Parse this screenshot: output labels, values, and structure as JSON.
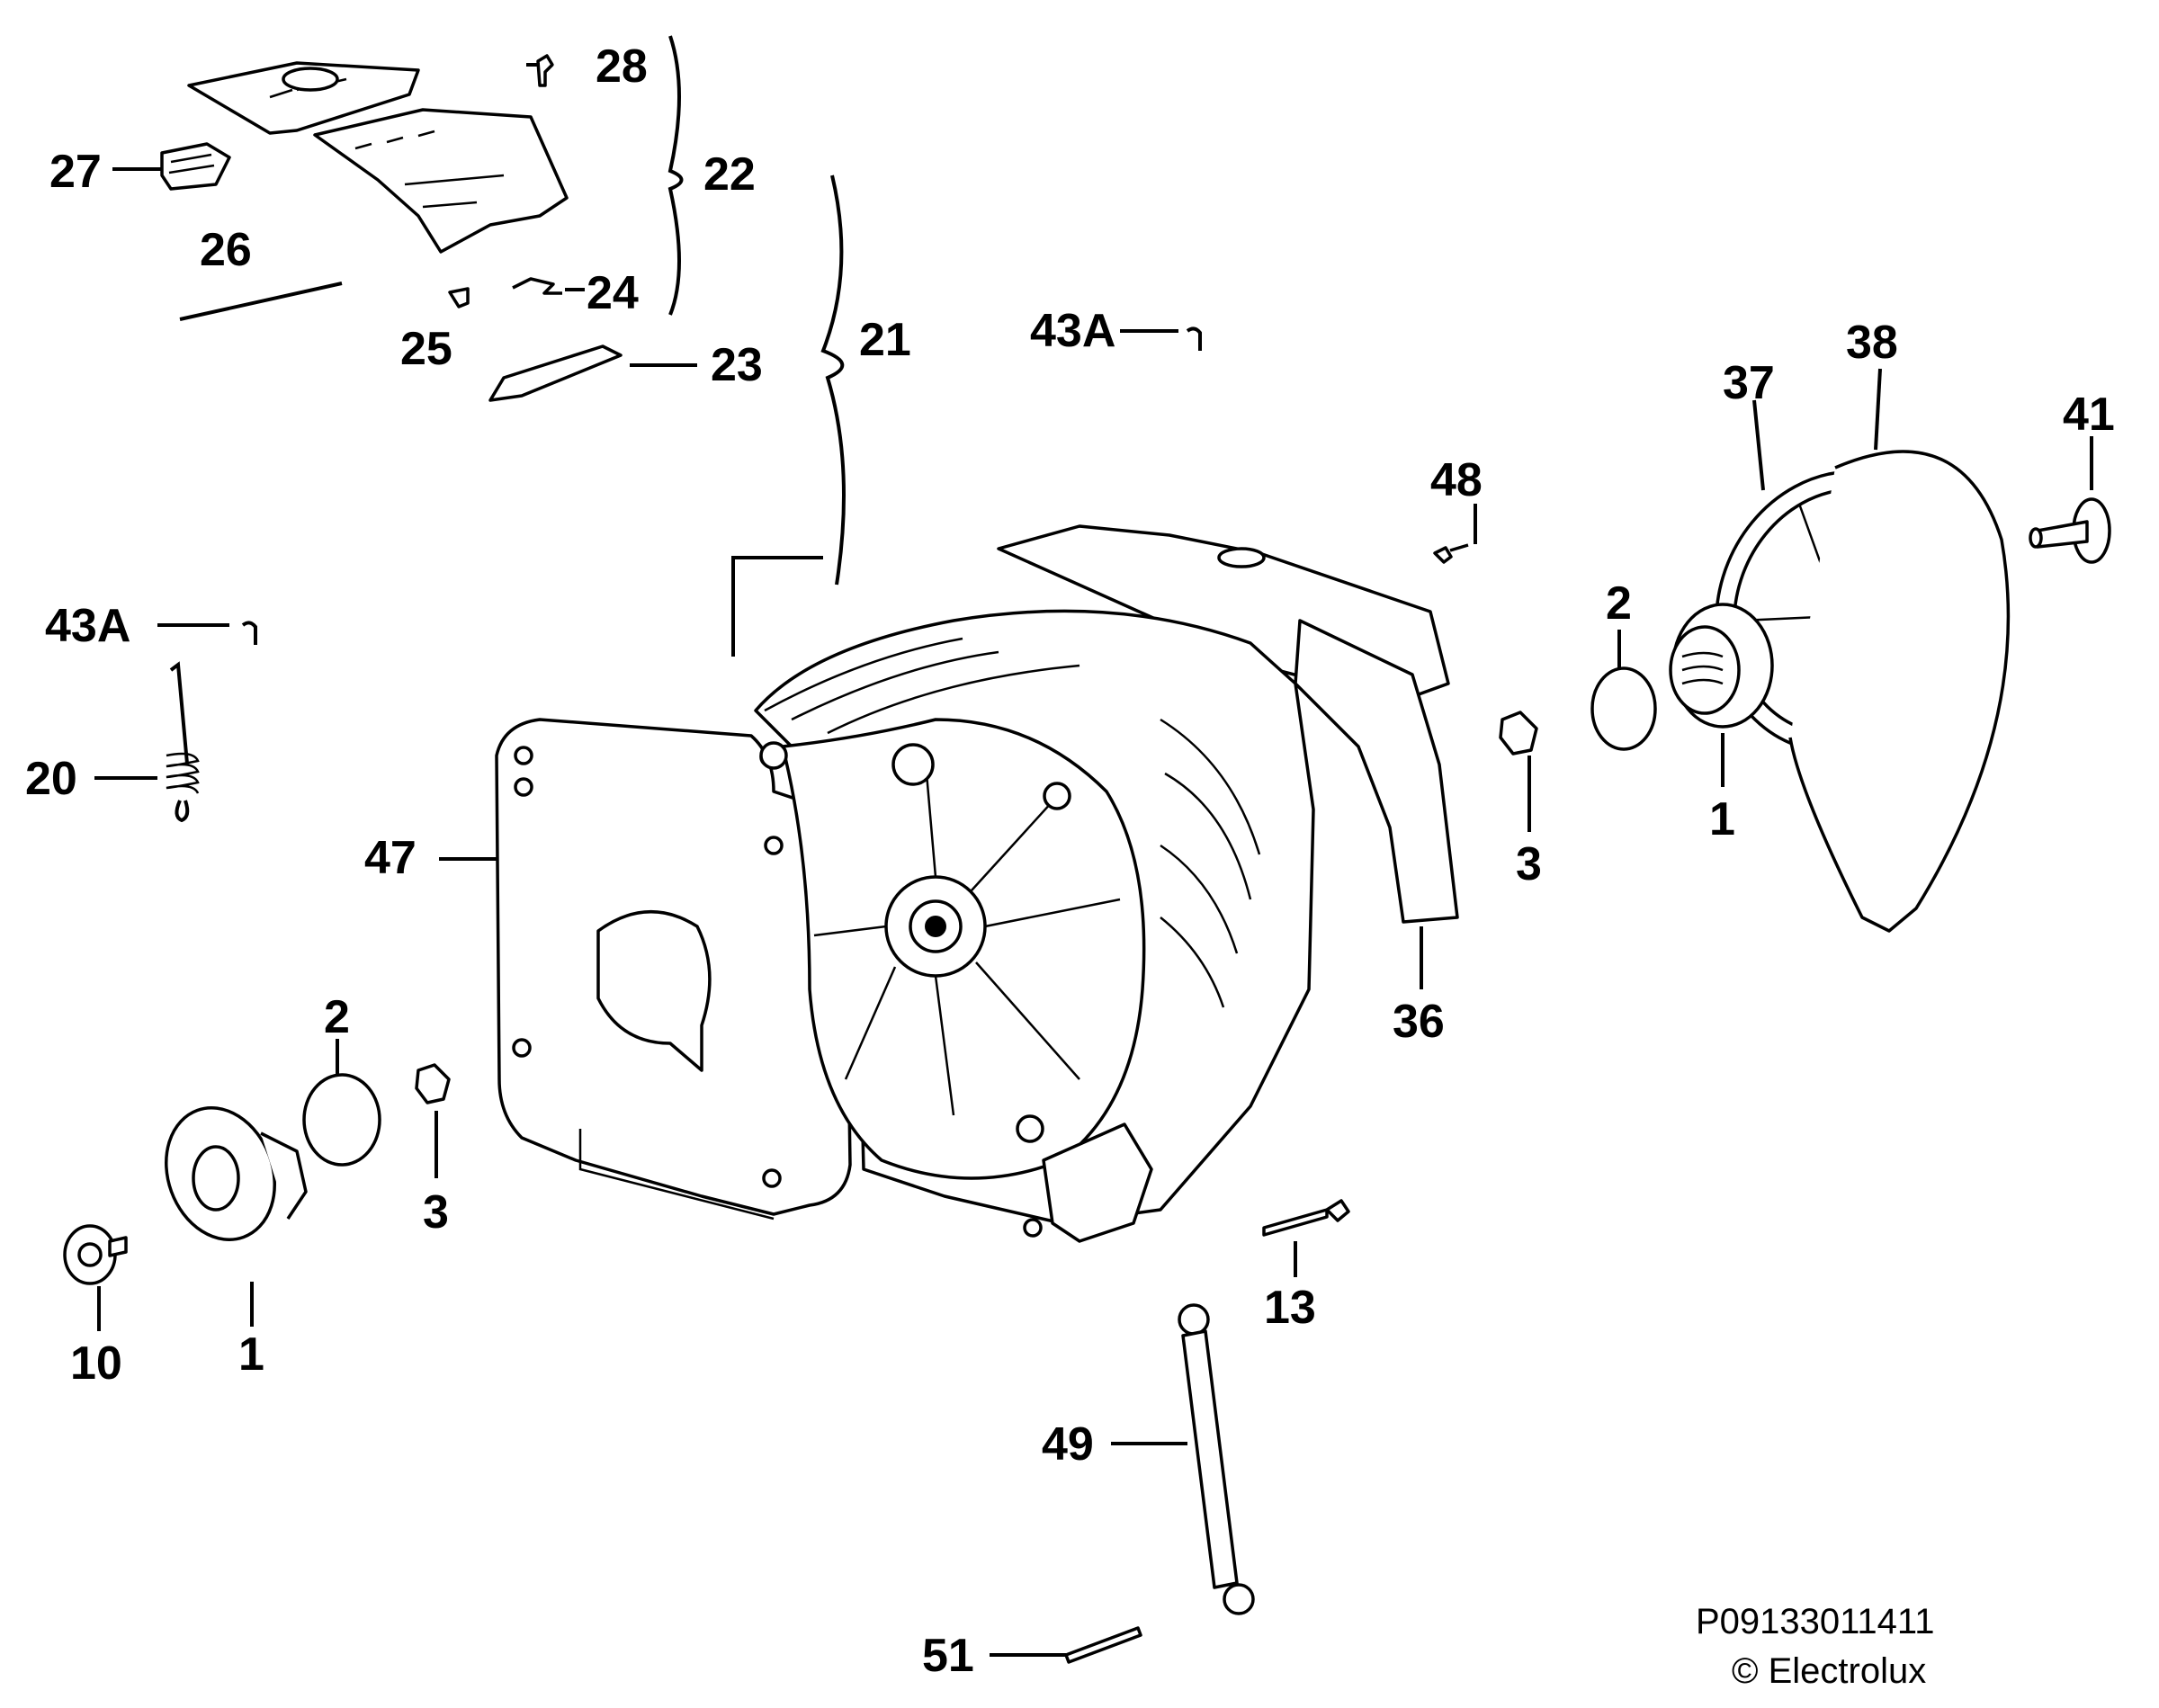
{
  "diagram": {
    "callouts": [
      {
        "id": "c28",
        "text": "28"
      },
      {
        "id": "c22",
        "text": "22"
      },
      {
        "id": "c27",
        "text": "27"
      },
      {
        "id": "c26",
        "text": "26"
      },
      {
        "id": "c24",
        "text": "24"
      },
      {
        "id": "c25",
        "text": "25"
      },
      {
        "id": "c23",
        "text": "23"
      },
      {
        "id": "c21",
        "text": "21"
      },
      {
        "id": "c43a_top",
        "text": "43A"
      },
      {
        "id": "c43a_left",
        "text": "43A"
      },
      {
        "id": "c20",
        "text": "20"
      },
      {
        "id": "c47",
        "text": "47"
      },
      {
        "id": "c48",
        "text": "48"
      },
      {
        "id": "c38",
        "text": "38"
      },
      {
        "id": "c37",
        "text": "37"
      },
      {
        "id": "c41",
        "text": "41"
      },
      {
        "id": "c2_right",
        "text": "2"
      },
      {
        "id": "c3_right",
        "text": "3"
      },
      {
        "id": "c1_right",
        "text": "1"
      },
      {
        "id": "c36",
        "text": "36"
      },
      {
        "id": "c2_left",
        "text": "2"
      },
      {
        "id": "c3_left",
        "text": "3"
      },
      {
        "id": "c10",
        "text": "10"
      },
      {
        "id": "c1_left",
        "text": "1"
      },
      {
        "id": "c13",
        "text": "13"
      },
      {
        "id": "c49",
        "text": "49"
      },
      {
        "id": "c51",
        "text": "51"
      }
    ],
    "part_code": "P09133011411",
    "copyright": "© Electrolux"
  }
}
